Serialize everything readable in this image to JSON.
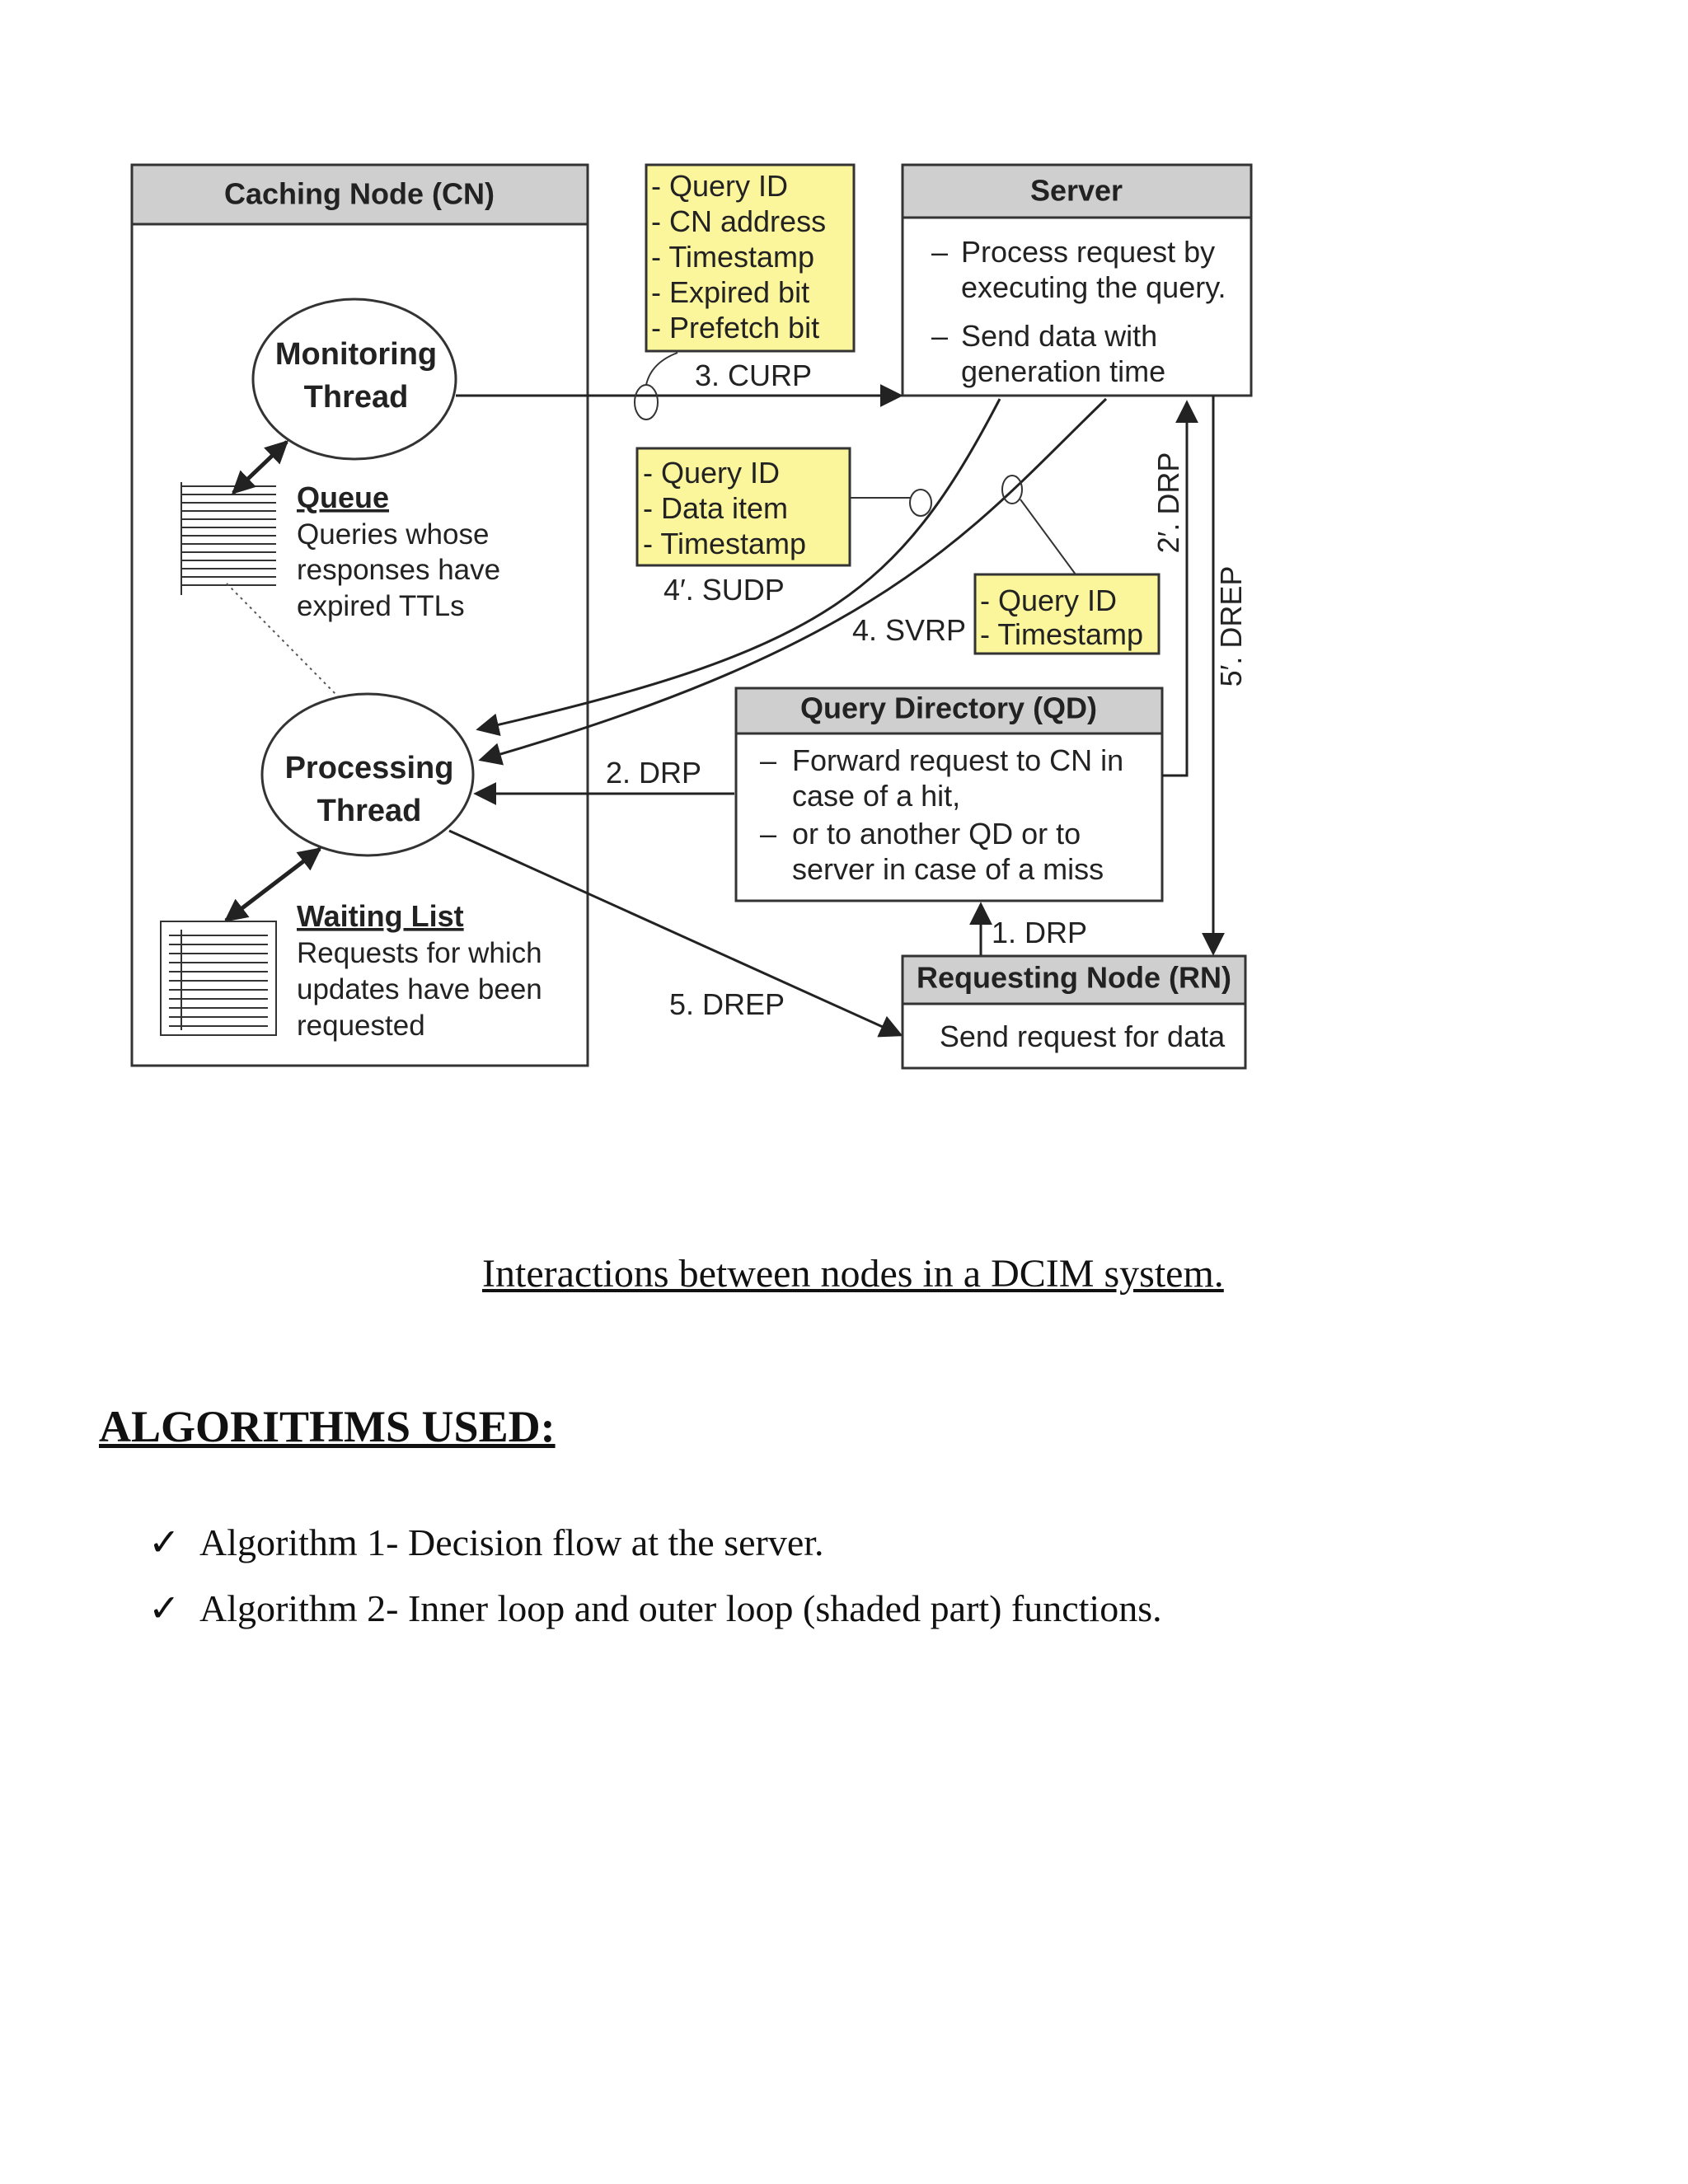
{
  "diagram": {
    "caching_node": {
      "title": "Caching Node (CN)",
      "monitoring_thread": [
        "Monitoring",
        "Thread"
      ],
      "processing_thread": [
        "Processing",
        "Thread"
      ],
      "queue": {
        "title": "Queue",
        "desc": [
          "Queries whose",
          "responses have",
          "expired TTLs"
        ]
      },
      "waiting_list": {
        "title": "Waiting List",
        "desc": [
          "Requests for which",
          "updates have been",
          "requested"
        ]
      }
    },
    "server": {
      "title": "Server",
      "lines": [
        "Process request by",
        "executing the query.",
        "Send data with",
        "generation  time"
      ]
    },
    "query_directory": {
      "title": "Query Directory (QD)",
      "lines": [
        "Forward request to CN in",
        "case of a hit,",
        "or to another QD or to",
        "server in case of a miss"
      ]
    },
    "requesting_node": {
      "title": "Requesting Node (RN)",
      "line": "Send request for data"
    },
    "notes": {
      "curp": [
        "- Query ID",
        "- CN address",
        "- Timestamp",
        "- Expired bit",
        "- Prefetch bit"
      ],
      "sudp": [
        "- Query ID",
        "- Data item",
        "- Timestamp"
      ],
      "svrp": [
        "- Query ID",
        "- Timestamp"
      ]
    },
    "arrows": {
      "curp": "3. CURP",
      "sudp": "4′. SUDP",
      "svrp": "4. SVRP",
      "drp2": "2. DRP",
      "drep5": "5. DREP",
      "drp1": "1. DRP",
      "drp2p": "2′. DRP",
      "drep5p": "5′. DREP"
    },
    "colors": {
      "cn_title": "#2e9b4e",
      "server_title": "#3a3aa6",
      "qd_title": "#b0266e",
      "rn_title": "#c8391e",
      "note_bg": "#fbf59c",
      "note_text": "#9a9a9a",
      "header_bg": "#cfcfcf"
    }
  },
  "caption": "Interactions between nodes in a DCIM system.",
  "section_title": "ALGORITHMS USED:",
  "algorithms": [
    "Algorithm 1- Decision flow at the server.",
    "Algorithm 2- Inner loop and outer loop (shaded part) functions."
  ],
  "check_glyph": "✓"
}
